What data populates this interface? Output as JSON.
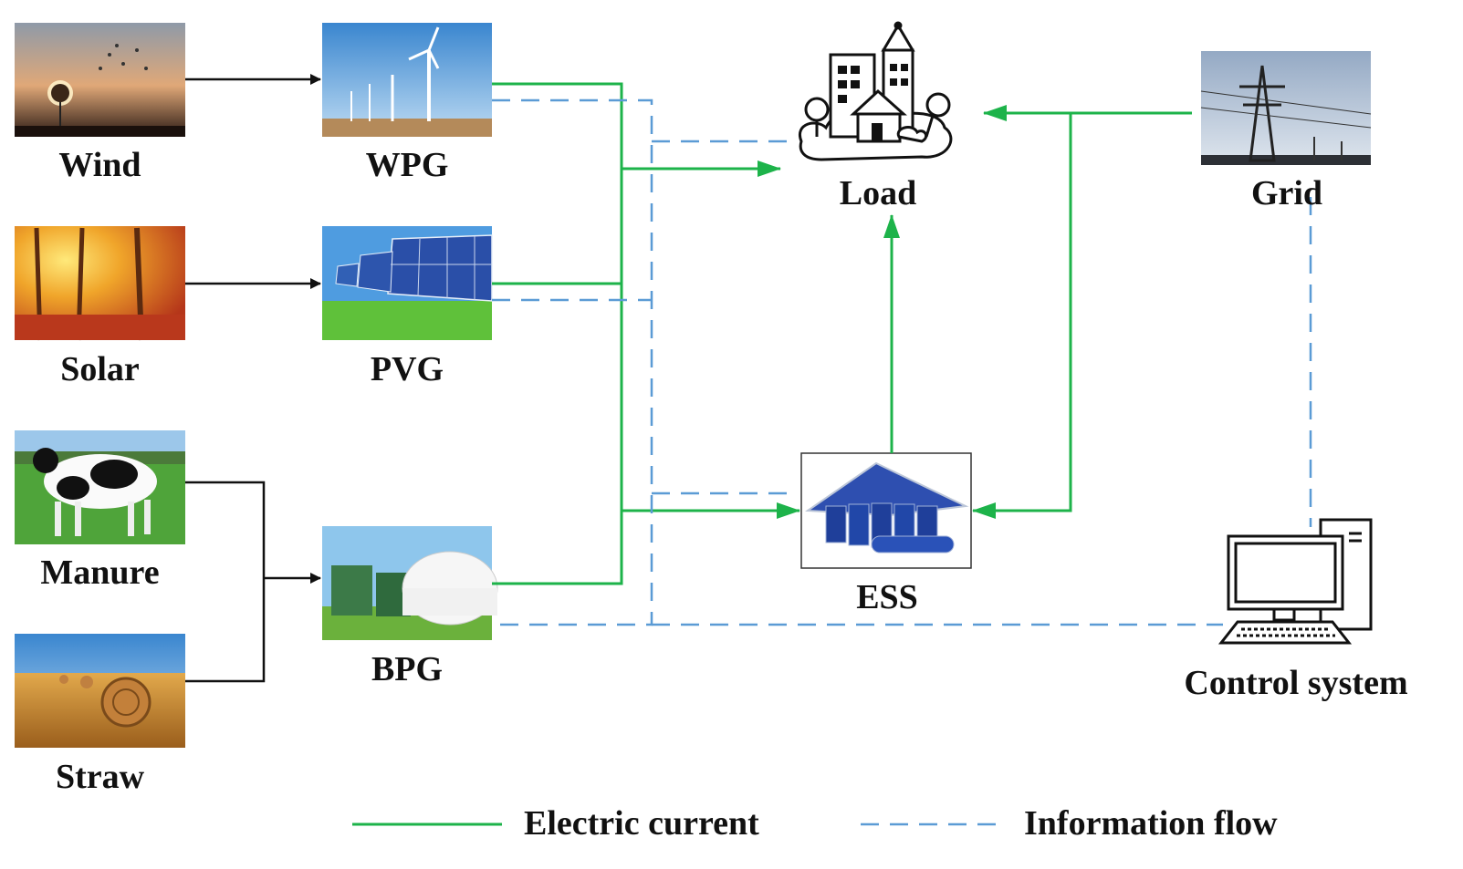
{
  "sources": {
    "wind": "Wind",
    "solar": "Solar",
    "manure": "Manure",
    "straw": "Straw"
  },
  "generators": {
    "wpg": "WPG",
    "pvg": "PVG",
    "bpg": "BPG"
  },
  "nodes": {
    "load": "Load",
    "grid": "Grid",
    "ess": "ESS",
    "control": "Control system"
  },
  "legend": {
    "electric": "Electric current",
    "info": "Information flow"
  },
  "colors": {
    "electric": "#1db34a",
    "info": "#5b9bd5",
    "arrow": "#111111"
  }
}
